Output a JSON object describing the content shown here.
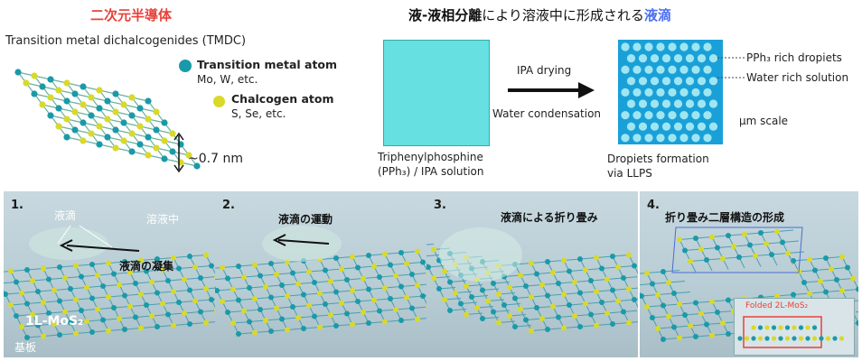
{
  "top_left": {
    "title": "二次元半導体",
    "subtitle": "Transition metal dichalcogenides (TMDC)",
    "legend": [
      {
        "name": "Transition metal atom",
        "detail": "Mo, W, etc.",
        "color": "#1a9aa8"
      },
      {
        "name": "Chalcogen atom",
        "detail": "S, Se, etc.",
        "color": "#d9d92a"
      }
    ],
    "thickness": "~0.7 nm"
  },
  "top_right": {
    "title_prefix": "液-液相分離",
    "title_mid": "により溶液中に形成される",
    "title_blue": "液滴",
    "arrow_top": "IPA drying",
    "arrow_bottom": "Water condensation",
    "left_caption_1": "Triphenylphosphine",
    "left_caption_2": "(PPh₃) / IPA solution",
    "right_caption_1": "Dropiets formation",
    "right_caption_2": "via LLPS",
    "label_droplets": "PPh₃ rich dropiets",
    "label_water": "Water rich solution",
    "scale": "μm scale",
    "colors": {
      "solution": "#66e0e0",
      "droplet_bg": "#1aa0d8",
      "droplet": "#9fe6f2"
    }
  },
  "panels": [
    {
      "num": "1.",
      "labels": [
        "液滴",
        "溶液中",
        "液滴の凝集",
        "1L-MoS₂",
        "基板"
      ]
    },
    {
      "num": "2.",
      "labels": [
        "液滴の運動"
      ]
    },
    {
      "num": "3.",
      "labels": [
        "液滴による折り畳み"
      ]
    },
    {
      "num": "4.",
      "labels": [
        "折り畳み二層構造の形成",
        "Folded 2L-MoS₂"
      ]
    }
  ]
}
